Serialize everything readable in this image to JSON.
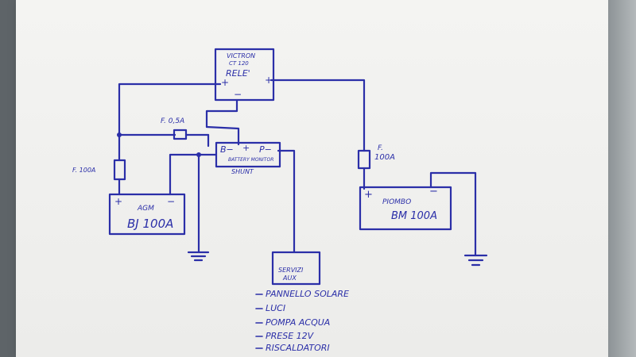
{
  "victron": {
    "line1": "VICTRON",
    "line2": "CT 120",
    "line3": "RELE'",
    "plus_left": "+",
    "plus_right": "+",
    "minus": "−"
  },
  "fuse_small": {
    "label": "F. 0,5A"
  },
  "fuse_left": {
    "label": "F. 100A"
  },
  "fuse_right": {
    "line1": "F.",
    "line2": "100A"
  },
  "shunt": {
    "b_minus": "B−",
    "plus": "+",
    "p_minus": "P−",
    "subtitle": "BATTERY MONITOR",
    "name": "SHUNT"
  },
  "battery_agm": {
    "type": "AGM",
    "name": "BJ 100A",
    "plus": "+",
    "minus": "−"
  },
  "battery_lead": {
    "type": "PIOMBO",
    "name": "BM 100A",
    "plus": "+",
    "minus": "−"
  },
  "aux_services": {
    "line1": "SERVIZI",
    "line2": "AUX",
    "items": [
      "PANNELLO SOLARE",
      "LUCI",
      "POMPA ACQUA",
      "PRESE 12V",
      "RISCALDATORI"
    ]
  }
}
